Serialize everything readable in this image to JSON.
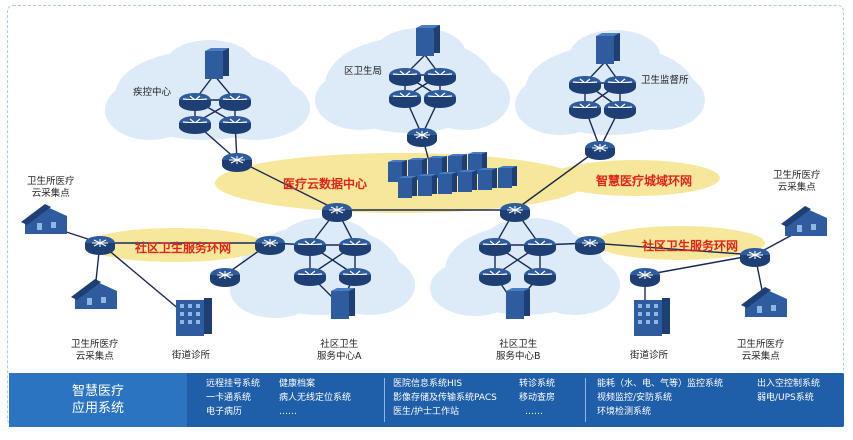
{
  "diagram": {
    "hub_label": "医疗云数据中心",
    "city_ring_label": "智慧医疗城域环网",
    "community_ring_left_label": "社区卫生服务环网",
    "community_ring_right_label": "社区卫生服务环网",
    "nodes": {
      "cdc": "疾控中心",
      "district_health_bureau": "区卫生局",
      "health_supervision": "卫生监督所",
      "clinic_collect_tl": "卫生所医疗\n云采集点",
      "clinic_collect_tr": "卫生所医疗\n云采集点",
      "clinic_collect_bl": "卫生所医疗\n云采集点",
      "clinic_collect_br": "卫生所医疗\n云采集点",
      "street_clinic_left": "街道诊所",
      "street_clinic_right": "街道诊所",
      "community_center_a": "社区卫生\n服务中心A",
      "community_center_b": "社区卫生\n服务中心B"
    }
  },
  "app_bar": {
    "title_line1": "智慧医疗",
    "title_line2": "应用系统",
    "systems": [
      "远程挂号系统",
      "健康档案",
      "一卡通系统",
      "病人无线定位系统",
      "电子病历",
      "……",
      "医院信息系统HIS",
      "转诊系统",
      "影像存储及传输系统PACS",
      "移动查房",
      "医生/护士工作站",
      "……",
      "能耗（水、电、气等）监控系统",
      "出入空控制系统",
      "视频监控/安防系统",
      "弱电/UPS系统",
      "环境检测系统"
    ]
  },
  "colors": {
    "cloud": "#dcebf7",
    "ellipse": "#f6e79a",
    "device": "#2e5c9e",
    "link": "#1a2a57",
    "ring_text": "#e0261b",
    "bar": "#1f5ea8"
  }
}
